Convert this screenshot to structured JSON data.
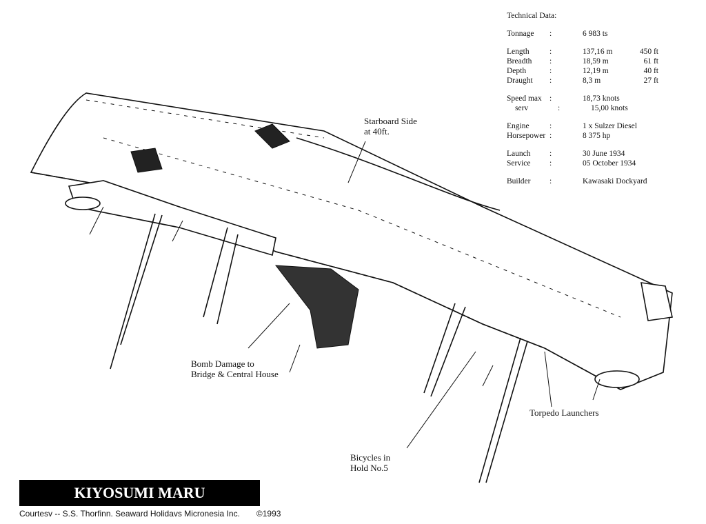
{
  "technical_data": {
    "title": "Technical Data:",
    "groups": [
      [
        {
          "key": "Tonnage",
          "sep": ":",
          "value": "6 983 ts",
          "unit": ""
        }
      ],
      [
        {
          "key": "Length",
          "sep": ":",
          "value": "137,16 m",
          "unit": "450 ft"
        },
        {
          "key": "Breadth",
          "sep": ":",
          "value": "18,59 m",
          "unit": "61 ft"
        },
        {
          "key": "Depth",
          "sep": ":",
          "value": "12,19 m",
          "unit": "40 ft"
        },
        {
          "key": "Draught",
          "sep": ":",
          "value": "8,3  m",
          "unit": "27 ft"
        }
      ],
      [
        {
          "key": "Speed max",
          "sep": ":",
          "value": "18,73 knots",
          "unit": ""
        },
        {
          "key": "serv",
          "sep": ":",
          "value": "15,00 knots",
          "unit": ""
        }
      ],
      [
        {
          "key": "Engine",
          "sep": ":",
          "value": "1 x Sulzer Diesel",
          "unit": ""
        },
        {
          "key": "Horsepower",
          "sep": ":",
          "value": "8 375 hp",
          "unit": ""
        }
      ],
      [
        {
          "key": "Launch",
          "sep": ":",
          "value": "30 June 1934",
          "unit": ""
        },
        {
          "key": "Service",
          "sep": ":",
          "value": "05 October 1934",
          "unit": ""
        }
      ],
      [
        {
          "key": "Builder",
          "sep": ":",
          "value": "Kawasaki Dockyard",
          "unit": ""
        }
      ]
    ]
  },
  "annotations": {
    "starboard_line1": "Starboard Side",
    "starboard_line2": "at 40ft.",
    "bomb_line1": "Bomb Damage to",
    "bomb_line2": "Bridge & Central House",
    "bicycles_line1": "Bicycles in",
    "bicycles_line2": "Hold No.5",
    "torpedo": "Torpedo Launchers"
  },
  "title": "KIYOSUMI MARU",
  "credit": "Courtesv -- S.S. Thorfinn. Seaward Holidavs Micronesia Inc.",
  "copyright": "©1993"
}
